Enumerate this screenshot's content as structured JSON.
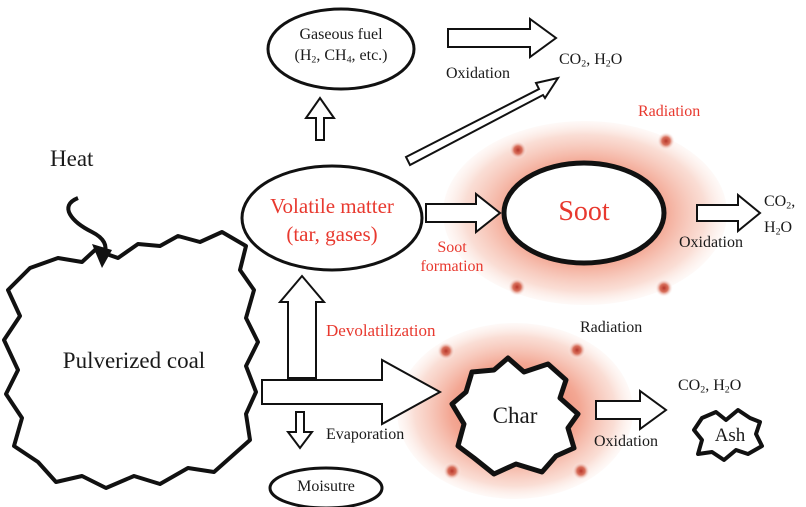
{
  "colors": {
    "accent_red": "#e8392f",
    "glow_red": "#e8593f",
    "stroke": "#111111"
  },
  "nodes": {
    "heat": "Heat",
    "pulverized_coal": "Pulverized coal",
    "gaseous_fuel": {
      "line1": "Gaseous fuel",
      "line2_prefix": "(H",
      "line2_sub1": "2",
      "line2_mid": ", CH",
      "line2_sub2": "4",
      "line2_suffix": ", etc.)"
    },
    "volatile_matter": {
      "line1": "Volatile matter",
      "line2": "(tar, gases)"
    },
    "soot": "Soot",
    "char": "Char",
    "ash": "Ash",
    "moisture": "Moisutre"
  },
  "labels": {
    "oxidation_top": "Oxidation",
    "co2_h2o_top": {
      "a": "CO",
      "a_sub": "2",
      "b": ", H",
      "b_sub": "2",
      "c": "O"
    },
    "radiation_soot": "Radiation",
    "soot_formation": {
      "line1": "Soot",
      "line2": "formation"
    },
    "oxidation_soot": "Oxidation",
    "co2_h2o_soot": {
      "a": "CO",
      "a_sub": "2",
      "a_tail": ",",
      "b": "H",
      "b_sub": "2",
      "c": "O"
    },
    "devolatilization": "Devolatilization",
    "radiation_char": "Radiation",
    "evaporation": "Evaporation",
    "oxidation_char": "Oxidation",
    "co2_h2o_char": {
      "a": "CO",
      "a_sub": "2",
      "b": ", H",
      "b_sub": "2",
      "c": "O"
    }
  }
}
